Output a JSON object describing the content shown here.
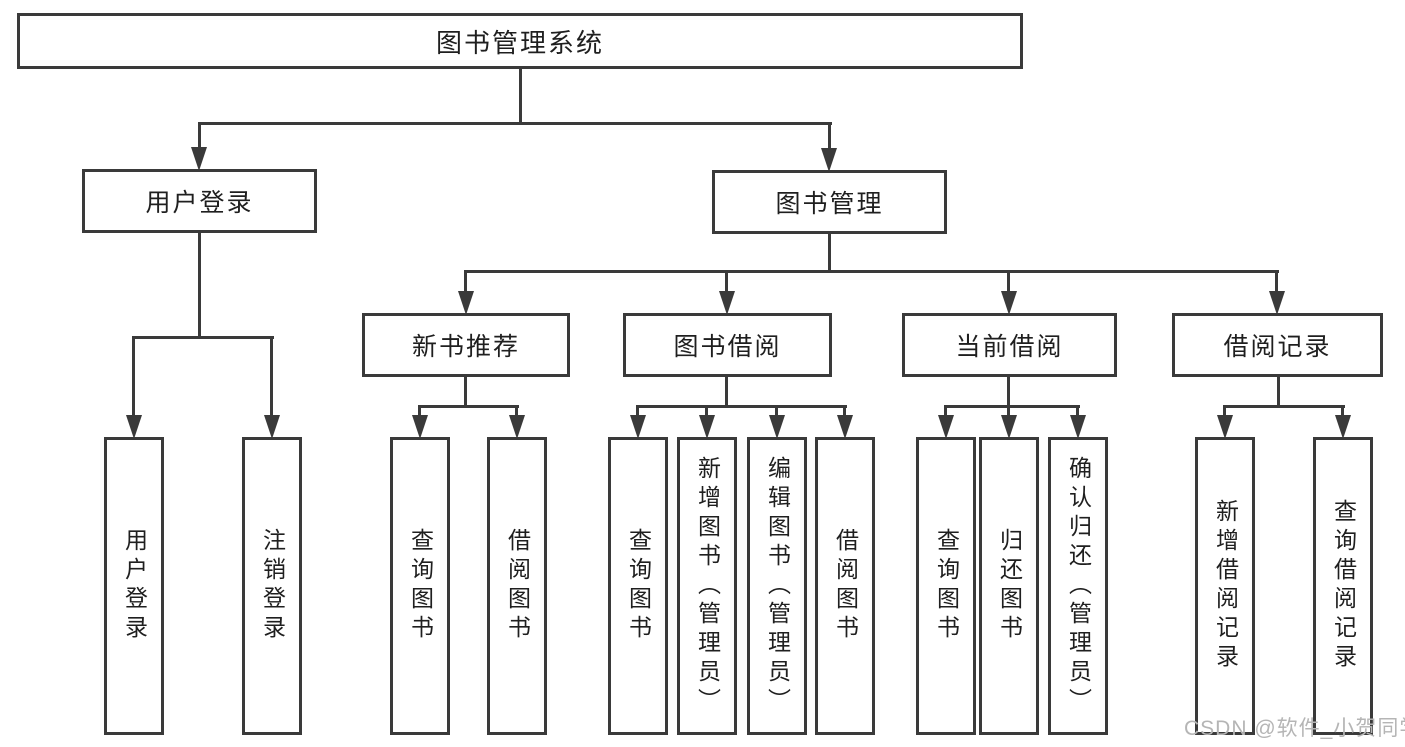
{
  "diagram": {
    "title": "图书管理系统",
    "level2": {
      "user_login": "用户登录",
      "book_mgmt": "图书管理"
    },
    "level3": {
      "new_books": "新书推荐",
      "book_borrow": "图书借阅",
      "current_borrow": "当前借阅",
      "borrow_records": "借阅记录"
    },
    "leaves": {
      "user_login": [
        "用户登录",
        "注销登录"
      ],
      "new_books": [
        "查询图书",
        "借阅图书"
      ],
      "book_borrow": [
        "查询图书",
        "新增图书（管理员）",
        "编辑图书（管理员）",
        "借阅图书"
      ],
      "current_borrow": [
        "查询图书",
        "归还图书",
        "确认归还（管理员）"
      ],
      "borrow_records": [
        "新增借阅记录",
        "查询借阅记录"
      ]
    }
  },
  "watermark": "CSDN @软件_小贺同学",
  "colors": {
    "line": "#3a3a3a",
    "text": "#1f1f1f",
    "watermark": "#b5b5b5",
    "background": "#ffffff"
  }
}
